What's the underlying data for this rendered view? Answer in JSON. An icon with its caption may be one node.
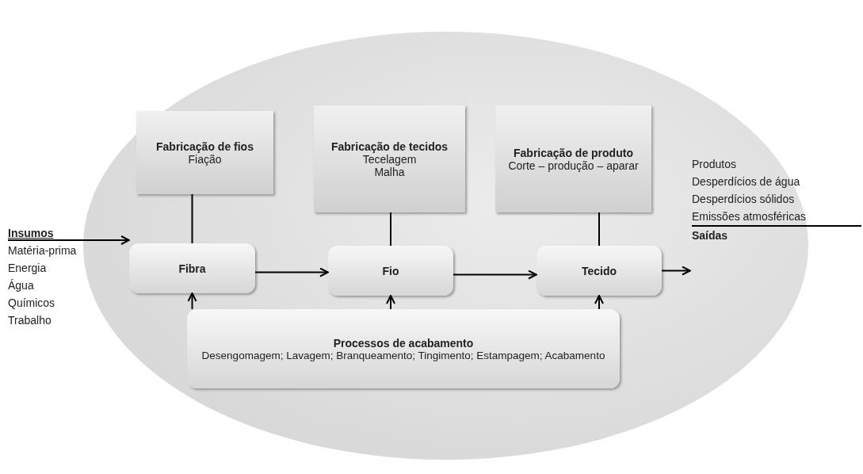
{
  "diagram": {
    "nodes": [
      {
        "text": [],
        "shape": "ellipse"
      },
      {
        "text": [
          "Fabricação de fios",
          "Fiação"
        ],
        "in": 0
      },
      {
        "text": [
          "Fabricação de tecidos",
          "Tecelagem",
          "Malha"
        ],
        "in": 0
      },
      {
        "text": [
          "Fabricação de produto",
          "Corte – produção – aparar"
        ],
        "in": 0
      },
      {
        "text": [
          "Fibra"
        ],
        "in": 0
      },
      {
        "text": [
          "Fio"
        ],
        "in": 0
      },
      {
        "text": [
          "Tecido"
        ],
        "in": 0
      },
      {
        "text": [
          "Processos de acabamento",
          "Desengomagem; Lavagem; Branqueamento; Tingimento; Estampagem; Acabamento"
        ],
        "in": 0
      },
      {
        "text": [
          "Insumos",
          "Matéria-prima",
          "Energia",
          "Água",
          "Químicos",
          "Trabalho"
        ]
      },
      {
        "text": [
          "Produtos",
          "Desperdícios de água",
          "Desperdícios sólidos",
          "Emissões atmosféricas",
          "Saídas"
        ]
      }
    ],
    "edges": [
      {
        "from": 1,
        "to": 4,
        "arrow": "none"
      },
      {
        "from": 2,
        "to": 5,
        "arrow": "none"
      },
      {
        "from": 3,
        "to": 6,
        "arrow": "none"
      },
      {
        "from": 4,
        "to": 5,
        "arrow": "to"
      },
      {
        "from": 5,
        "to": 6,
        "arrow": "to"
      },
      {
        "from": 7,
        "to": 4,
        "arrow": "to"
      },
      {
        "from": 7,
        "to": 5,
        "arrow": "to"
      },
      {
        "from": 7,
        "to": 6,
        "arrow": "to"
      },
      {
        "from": 8,
        "to": 4,
        "arrow": "to"
      },
      {
        "from": 6,
        "to": 9,
        "arrow": "to"
      }
    ]
  }
}
